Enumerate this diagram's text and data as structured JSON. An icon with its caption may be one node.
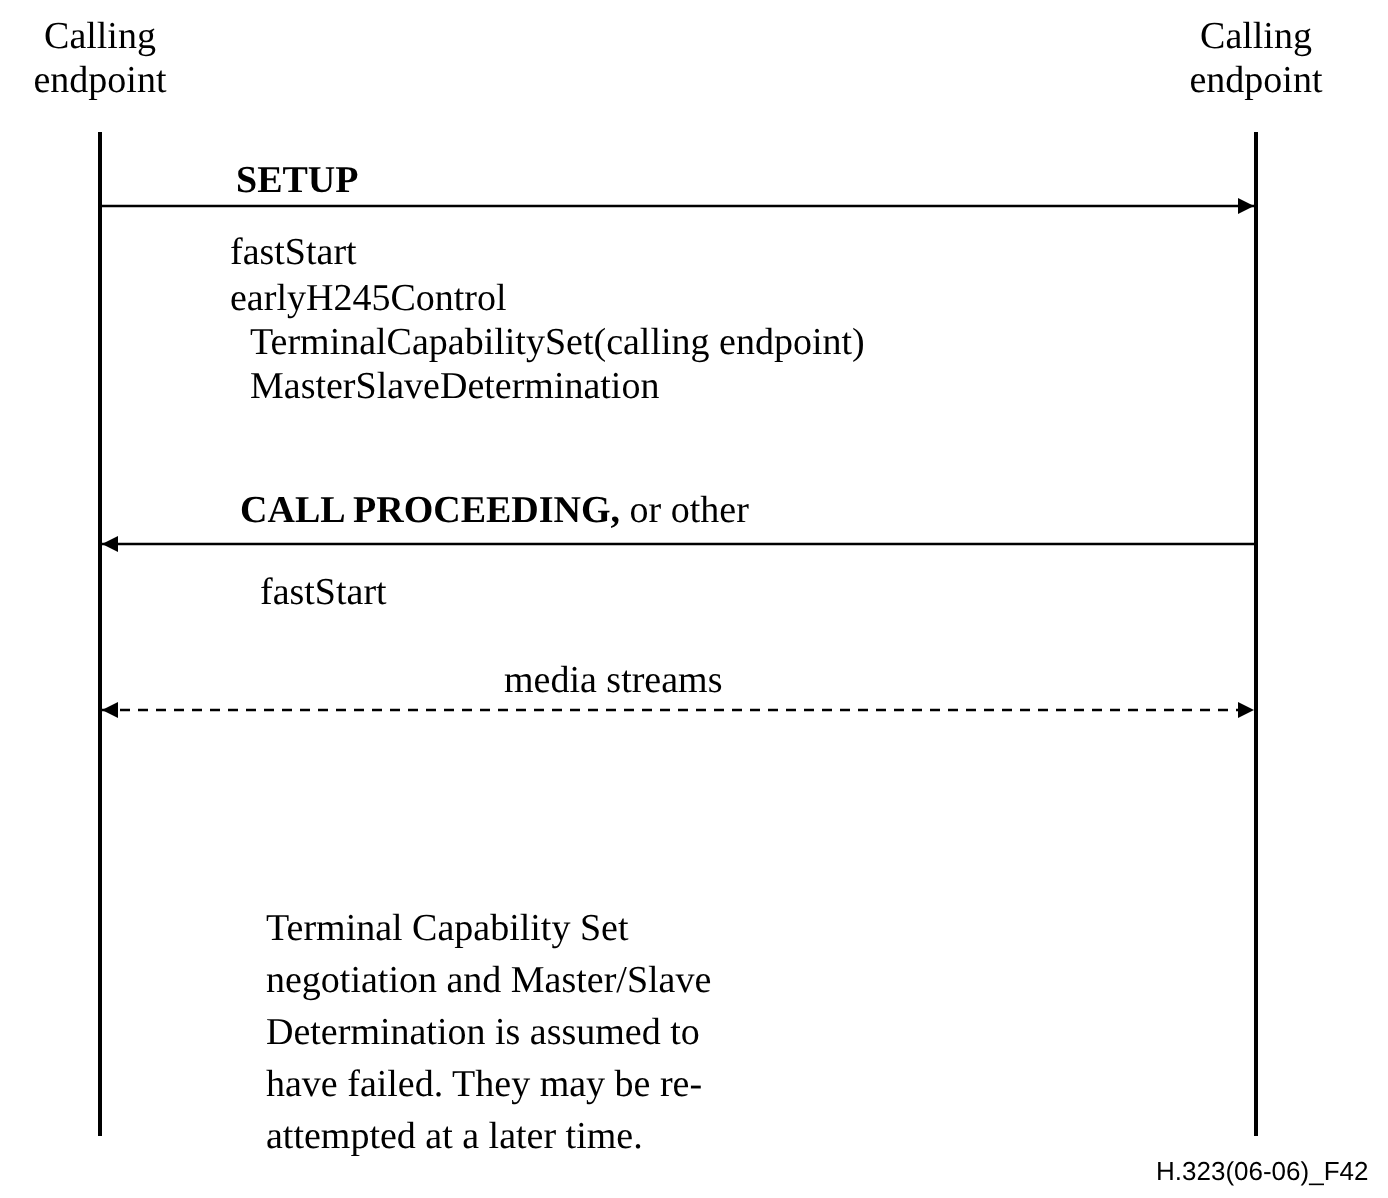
{
  "diagram": {
    "nodes": [
      {
        "text": [
          "Calling endpoint"
        ]
      },
      {
        "text": [
          "Calling endpoint"
        ]
      }
    ],
    "edges": [
      {
        "from": 0,
        "to": 1,
        "arrow": "to",
        "label": "SETUP"
      },
      {
        "from": 1,
        "to": 0,
        "arrow": "to",
        "label": "**CALL PROCEEDING,** or other"
      },
      {
        "from": 0,
        "to": 1,
        "arrow": "both",
        "style": "dashed",
        "label": "media streams"
      }
    ],
    "labels": [
      "fastStart",
      "earlyH245Control",
      "TerminalCapabilitySet(calling endpoint)",
      "MasterSlaveDetermination",
      "fastStart",
      "Terminal Capability Set negotiation and Master/Slave Determination is assumed to have failed. They may be re-attempted at a later time.",
      "H.323(06-06)_F42"
    ]
  }
}
